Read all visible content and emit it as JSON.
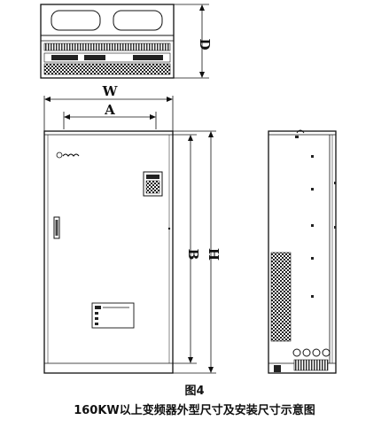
{
  "figure": {
    "number": "图4",
    "title": "160KW以上变频器外型尺寸及安装尺寸示意图"
  },
  "dimension_labels": {
    "W": "W",
    "A": "A",
    "B": "B",
    "H": "H",
    "D": "D"
  }
}
